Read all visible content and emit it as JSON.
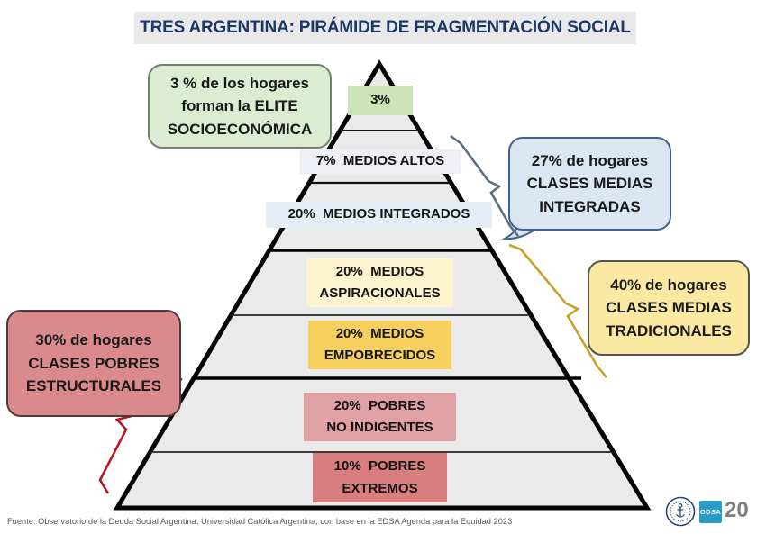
{
  "slide": {
    "title": "TRES ARGENTINA: PIRÁMIDE DE FRAGMENTACIÓN SOCIAL",
    "footer": "Fuente: Observatorio de la Deuda Social Argentina, Universidad Católica Argentina, con base en la EDSA Agenda para la Equidad 2023",
    "page_number": "20",
    "logo_badge": "ODSA"
  },
  "chart_data": {
    "type": "pyramid",
    "title": "TRES ARGENTINA: PIRÁMIDE DE FRAGMENTACIÓN SOCIAL",
    "levels": [
      {
        "share": "3%",
        "text": "3%",
        "class_name": "ELITE SOCIOECONÓMICA",
        "color": "#cde4bb"
      },
      {
        "share": "7%",
        "text": "7%  MEDIOS ALTOS",
        "class_name": "MEDIOS ALTOS",
        "color": "#edeff4"
      },
      {
        "share": "20%",
        "text": "20%  MEDIOS INTEGRADOS",
        "class_name": "MEDIOS INTEGRADOS",
        "color": "#e6ecf5"
      },
      {
        "share": "20%",
        "text": "20%  MEDIOS\nASPIRACIONALES",
        "class_name": "MEDIOS ASPIRACIONALES",
        "color": "#fdf3cf"
      },
      {
        "share": "20%",
        "text": "20%  MEDIOS\nEMPOBRECIDOS",
        "class_name": "MEDIOS EMPOBRECIDOS",
        "color": "#f6d05e"
      },
      {
        "share": "20%",
        "text": "20%  POBRES\nNO INDIGENTES",
        "class_name": "POBRES NO INDIGENTES",
        "color": "#dfa1a4"
      },
      {
        "share": "10%",
        "text": "10%  POBRES\nEXTREMOS",
        "class_name": "POBRES EXTREMOS",
        "color": "#d87e7e"
      }
    ]
  },
  "callouts": {
    "elite": {
      "text": "3 % de los hogares\nforman la ELITE\nSOCIOECONÓMICA",
      "share": "3%",
      "color": "#dcecd2"
    },
    "integradas": {
      "text": "27% de hogares\nCLASES MEDIAS\nINTEGRADAS",
      "share": "27%",
      "color": "#dbe6f3"
    },
    "tradicionales": {
      "text": "40% de hogares\nCLASES MEDIAS\nTRADICIONALES",
      "share": "40%",
      "color": "#fce9a1"
    },
    "estructurales": {
      "text": "30% de hogares\nCLASES POBRES\nESTRUCTURALES",
      "share": "30%",
      "color": "#da8a8c"
    }
  },
  "colors": {
    "pyramid_fill": "#eaeaea",
    "pyramid_stroke": "#050505",
    "bracket_gray": "#5d6e80",
    "bracket_yellow": "#c8a02c",
    "bracket_red": "#b5161c",
    "title_text": "#1d3767",
    "odsa_blue": "#2a9bc6"
  }
}
